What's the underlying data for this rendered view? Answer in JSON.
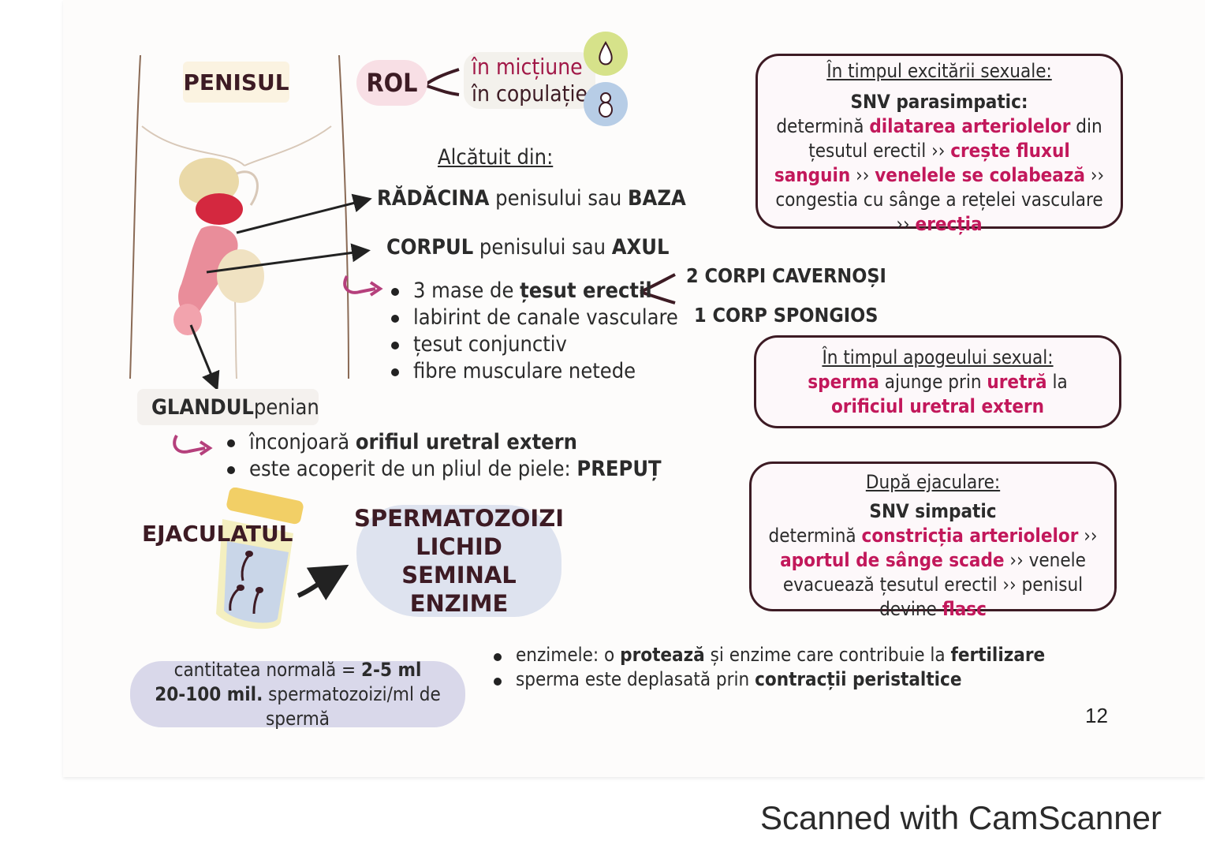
{
  "penis_title": "PENISUL",
  "rol": {
    "label": "ROL",
    "items": [
      "în micțiune",
      "în copulație"
    ]
  },
  "composition": {
    "heading": "Alcătuit din:",
    "root": {
      "strong1": "RĂDĂCINA",
      "middle": " penisului sau ",
      "strong2": "BAZA"
    },
    "body": {
      "strong1": "CORPUL",
      "middle": " penisului sau ",
      "strong2": "AXUL"
    },
    "body_items": [
      {
        "pre": "3 mase de ",
        "bold": "țesut erectil"
      },
      {
        "pre": "labirint de canale vasculare",
        "bold": ""
      },
      {
        "pre": "țesut conjunctiv",
        "bold": ""
      },
      {
        "pre": "fibre musculare netede",
        "bold": ""
      }
    ],
    "erectile_masses": [
      "2 CORPI CAVERNOȘI",
      "1 CORP SPONGIOS"
    ]
  },
  "glans": {
    "label_bold": "GLANDUL",
    "label_rest": " penian",
    "items": [
      {
        "pre": "înconjoară ",
        "bold": "orifiul uretral extern"
      },
      {
        "pre": "este acoperit de un pliul de piele: ",
        "bold": "PREPUȚ"
      }
    ]
  },
  "ejaculate": {
    "title": "EJACULATUL",
    "components": [
      "SPERMATOZOIZI",
      "LICHID SEMINAL",
      "ENZIME"
    ],
    "quantity_line1_pre": "cantitatea normală = ",
    "quantity_line1_bold": "2-5 ml",
    "quantity_line2_bold": "20-100 mil.",
    "quantity_line2_rest": " spermatozoizi/ml de spermă",
    "notes": [
      {
        "p1": "enzimele: o ",
        "b1": "protează",
        "p2": " și enzime care contribuie la ",
        "b2": "fertilizare"
      },
      {
        "p1": "sperma este deplasată prin ",
        "b1": "contracții peristaltice",
        "p2": "",
        "b2": ""
      }
    ]
  },
  "box_excitation": {
    "heading": "În timpul excitării sexuale:",
    "subtitle": "SNV parasimpatic:",
    "l1": "determină ",
    "a1": "dilatarea arteriolelor",
    "l2": " din țesutul erectil ›› ",
    "a2": "crește fluxul sanguin",
    "l3": " ›› ",
    "a3": "venelele se colabează",
    "l4": " ›› congestia cu sânge a rețelei vasculare ›› ",
    "a4": "erecția"
  },
  "box_climax": {
    "heading": "În timpul apogeului sexual:",
    "a1": "sperma",
    "l1": " ajunge prin ",
    "a2": "uretră",
    "l2": " la ",
    "a3": "orificiul uretral extern"
  },
  "box_after": {
    "heading": "După ejaculare:",
    "subtitle": "SNV simpatic",
    "l1": "determină ",
    "a1": "constricția arteriolelor",
    "l2": " ›› ",
    "a2": "aportul de sânge scade",
    "l3": " ›› venele evacuează țesutul erectil ›› penisul devine ",
    "a3": "flasc"
  },
  "page_number": "12",
  "scanner_watermark": "Scanned with CamScanner",
  "colors": {
    "accent": "#c2185b",
    "dark": "#3d1b24"
  },
  "icons": [
    "urine-drop-icon",
    "baby-icon",
    "curved-arrow-icon",
    "specimen-cup-icon"
  ]
}
